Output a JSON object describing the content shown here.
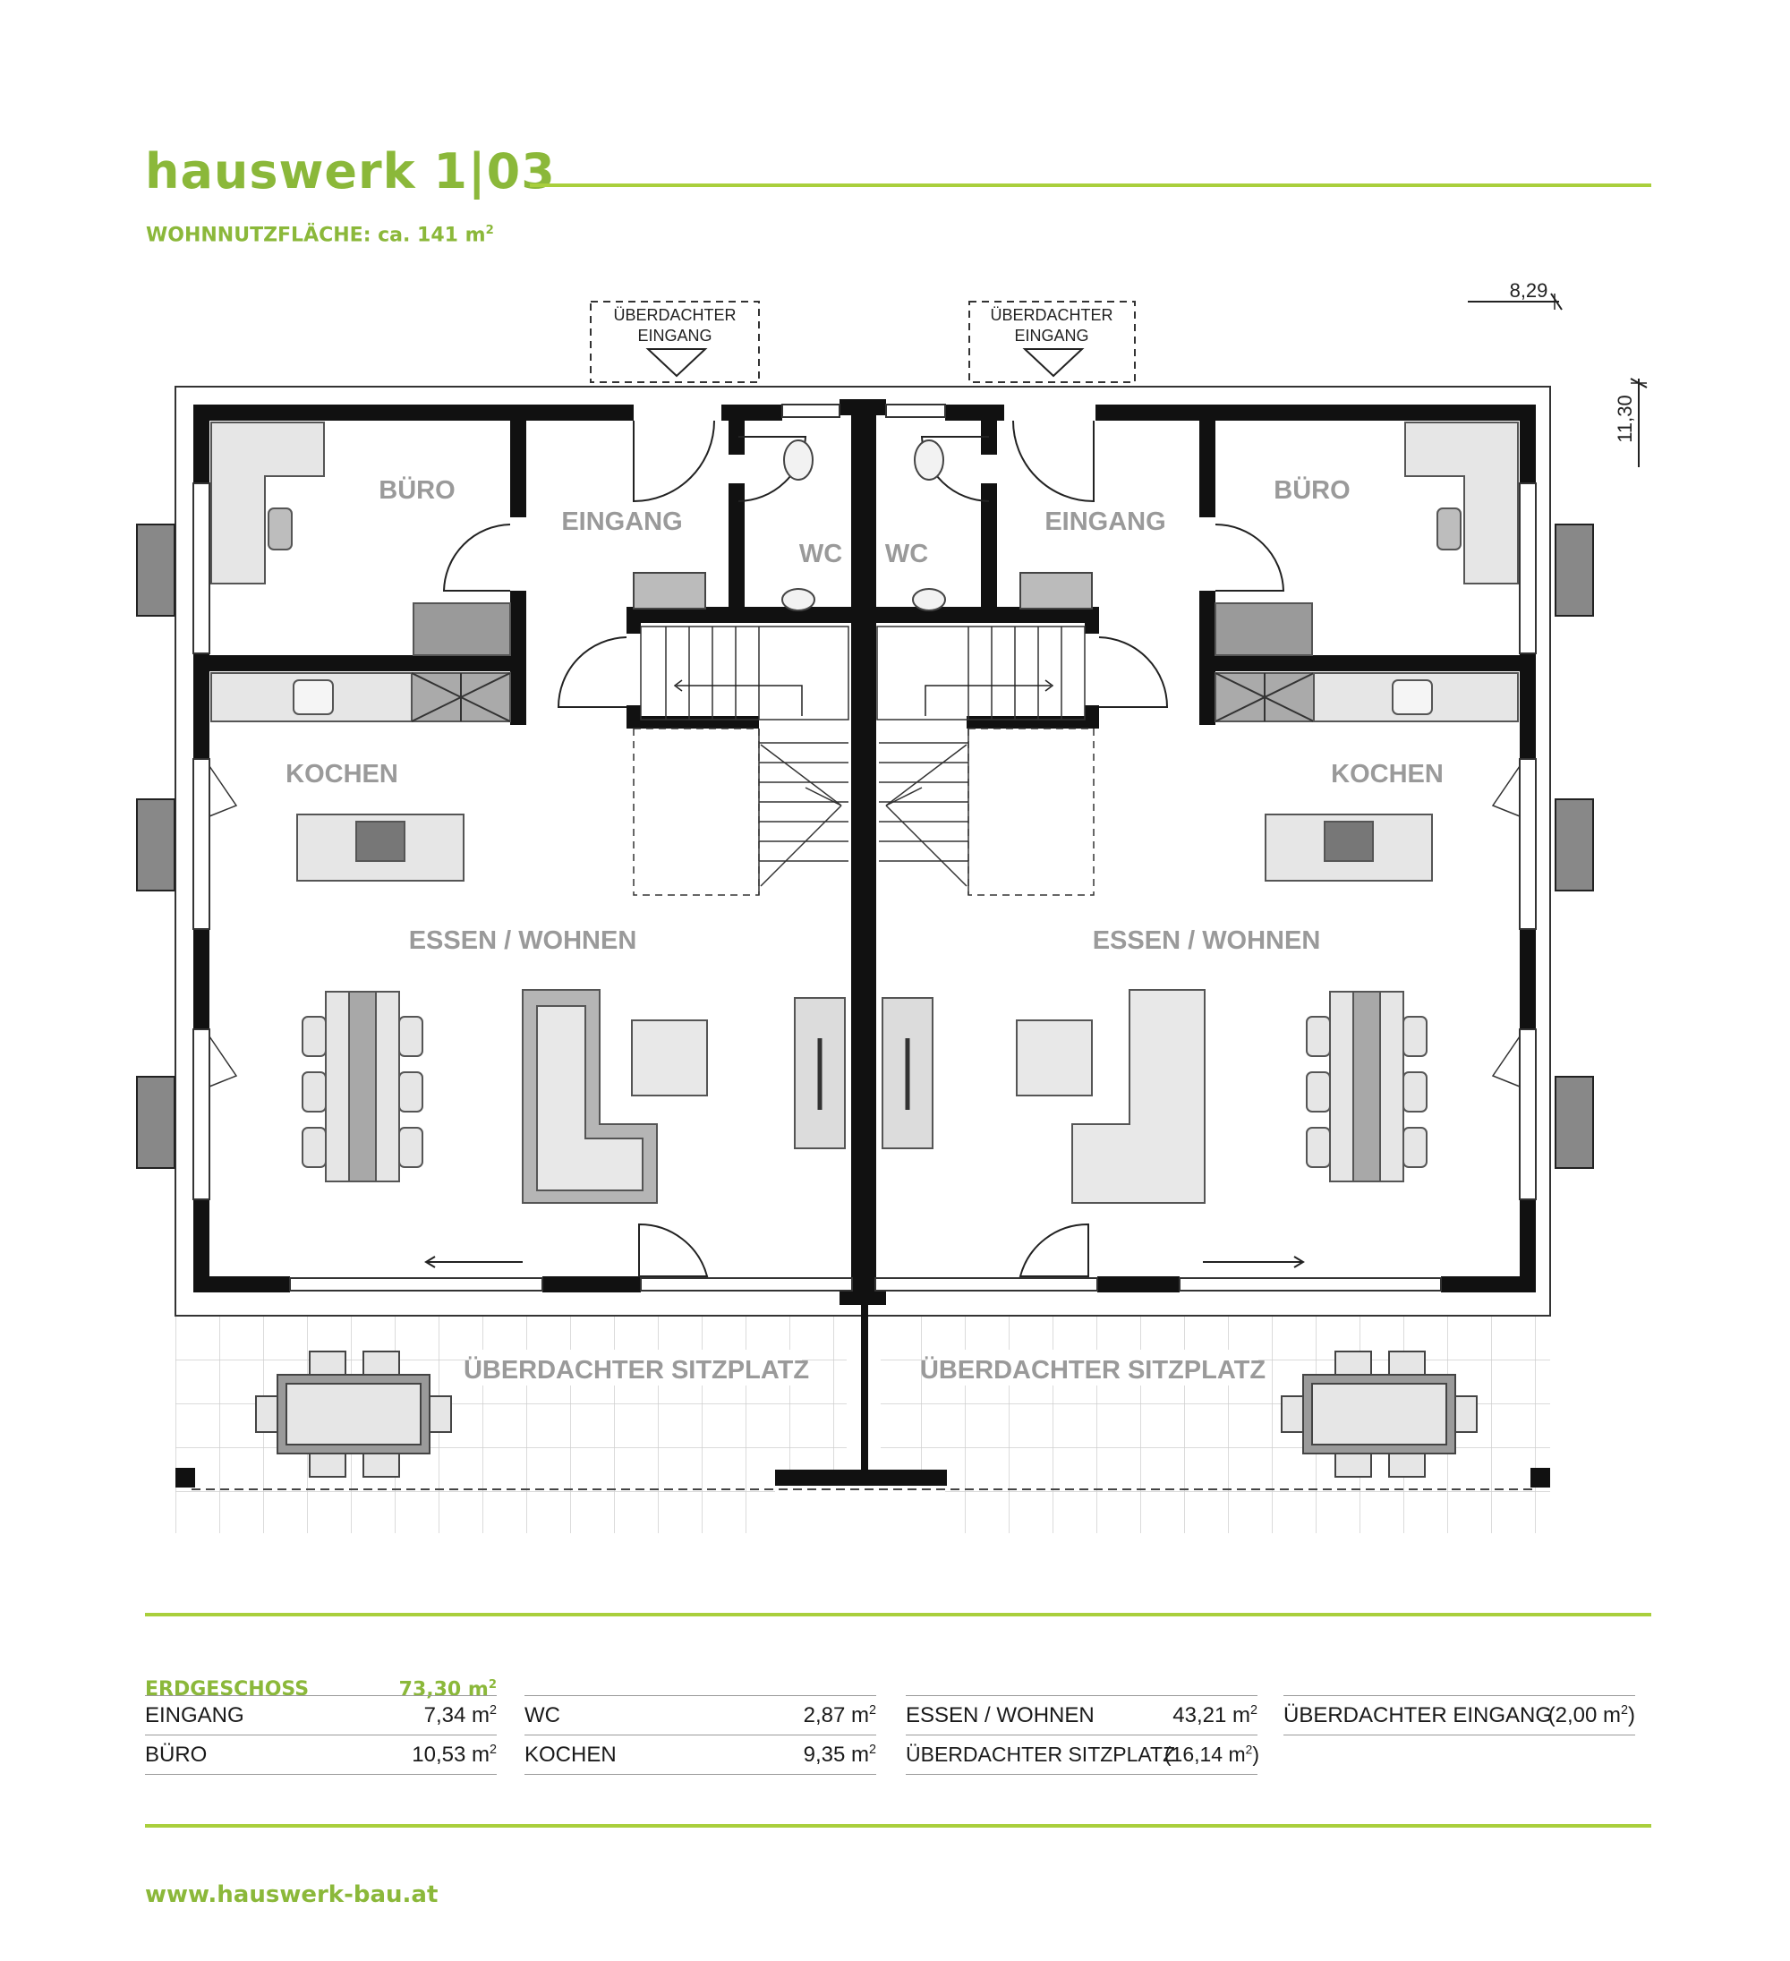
{
  "header": {
    "title": "hauswerk 1|03",
    "area_label": "WOHNNUTZFLÄCHE: ca. 141 m",
    "area_sup": "2"
  },
  "plan": {
    "rooms": {
      "buero": "BÜRO",
      "eingang": "EINGANG",
      "wc": "WC",
      "kochen": "KOCHEN",
      "essen_wohnen": "ESSEN / WOHNEN",
      "sitzplatz": "ÜBERDACHTER SITZPLATZ",
      "ueberdachter_eingang_1": "ÜBERDACHTER",
      "ueberdachter_eingang_2": "EINGANG"
    },
    "dimensions": {
      "width": "8,29",
      "depth": "11,30"
    }
  },
  "table": {
    "floor": "ERDGESCHOSS",
    "floor_area": "73,30 m",
    "sup": "2",
    "col1": [
      {
        "label": "EINGANG",
        "value": "7,34 m"
      },
      {
        "label": "BÜRO",
        "value": "10,53 m"
      }
    ],
    "col2": [
      {
        "label": "WC",
        "value": "2,87 m"
      },
      {
        "label": "KOCHEN",
        "value": "9,35 m"
      }
    ],
    "col3": [
      {
        "label": "ESSEN / WOHNEN",
        "value": "43,21 m"
      },
      {
        "label": "ÜBERDACHTER SITZPLATZ",
        "value": "(16,14 m",
        "suffix": ")"
      }
    ],
    "col4": [
      {
        "label": "ÜBERDACHTER EINGANG",
        "value": "(2,00 m",
        "suffix": ")"
      }
    ]
  },
  "footer": {
    "url": "www.hauswerk-bau.at"
  },
  "colors": {
    "brand_green": "#8bb83a",
    "rule_green": "#a9cf3c",
    "wall": "#111111",
    "room_label": "#9a9a9a"
  }
}
